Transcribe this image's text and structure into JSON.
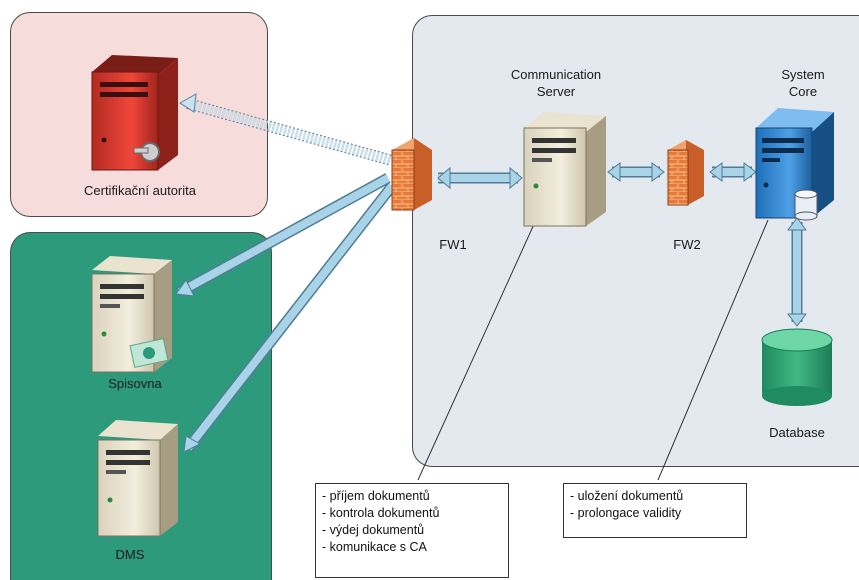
{
  "labels": {
    "ca": "Certifikační autorita",
    "fw1": "FW1",
    "fw2": "FW2",
    "comm_server": "Communication Server",
    "system_core": "System Core",
    "database": "Database",
    "spisovna": "Spisovna",
    "dms": "DMS"
  },
  "notes": {
    "comm": [
      "- příjem dokumentů",
      "- kontrola dokumentů",
      "- výdej dokumentů",
      "- komunikace s CA"
    ],
    "core": [
      "- uložení dokumentů",
      "- prolongace validity"
    ]
  },
  "colors": {
    "ca_zone": "#f7dcdc",
    "internal_zone": "#2e9a7c",
    "main_zone": "#e4e8ef",
    "arrow": "#a9d3e6",
    "firewall": "#e87a3a"
  }
}
